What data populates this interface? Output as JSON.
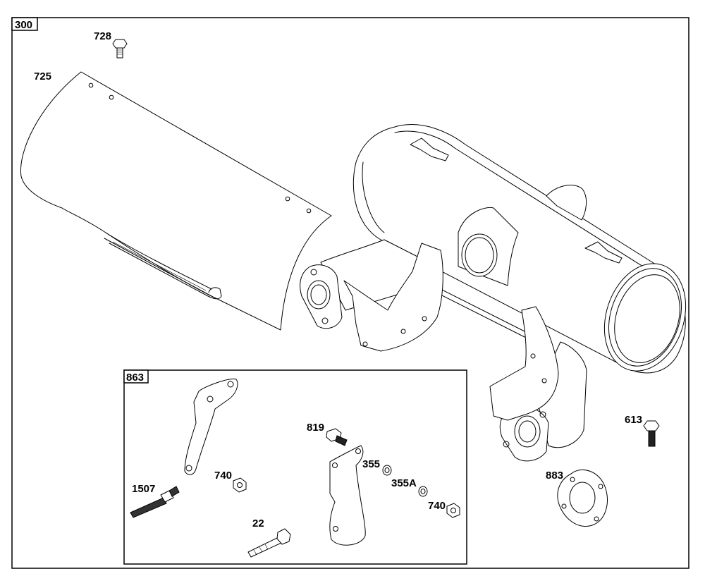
{
  "diagram": {
    "frame_label": "300",
    "inset_label": "863",
    "callouts": {
      "p728": "728",
      "p725": "725",
      "p613": "613",
      "p883": "883",
      "p819": "819",
      "p355": "355",
      "p355a": "355A",
      "p740a": "740",
      "p740b": "740",
      "p1507": "1507",
      "p22": "22"
    }
  }
}
